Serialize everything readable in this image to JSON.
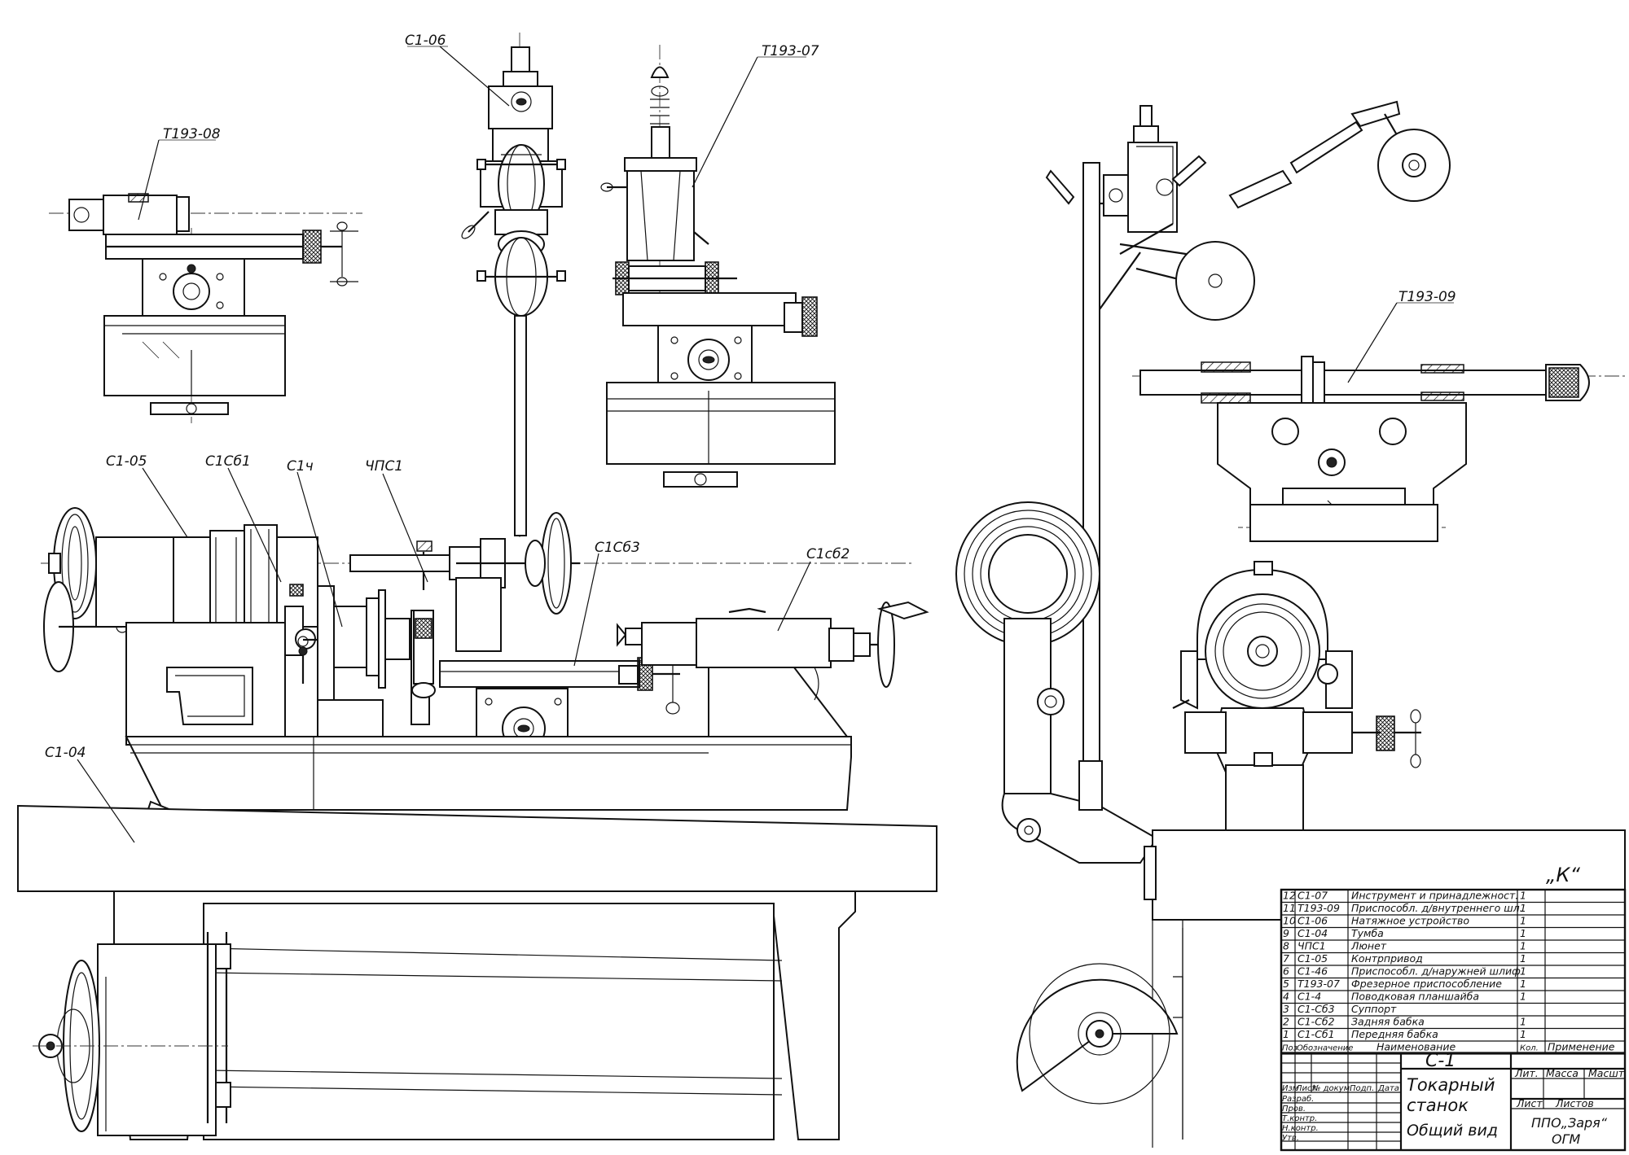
{
  "part_labels": {
    "c1_06": "С1-06",
    "t193_07": "Т193-07",
    "t193_08": "Т193-08",
    "t193_09": "Т193-09",
    "c1_05": "С1-05",
    "c1cb1": "С1Сб1",
    "c14": "С1ч",
    "chps1": "ЧПС1",
    "c1cb3": "С1Сб3",
    "c1cb2": "С1сб2",
    "c1_04": "С1-04",
    "view_k": "„К“"
  },
  "parts_list": {
    "rows": [
      {
        "pos": "12",
        "designation": "С1-07",
        "name": "Инструмент и принадлежност.",
        "qty": "1"
      },
      {
        "pos": "11",
        "designation": "Т193-09",
        "name": "Приспособл. д/внутреннего шл.",
        "qty": "1"
      },
      {
        "pos": "10",
        "designation": "С1-06",
        "name": "Натяжное устройство",
        "qty": "1"
      },
      {
        "pos": "9",
        "designation": "С1-04",
        "name": "Тумба",
        "qty": "1"
      },
      {
        "pos": "8",
        "designation": "ЧПС1",
        "name": "Люнет",
        "qty": "1"
      },
      {
        "pos": "7",
        "designation": "С1-05",
        "name": "Контрпривод",
        "qty": "1"
      },
      {
        "pos": "6",
        "designation": "С1-46",
        "name": "Приспособл. д/наружней шлиф",
        "qty": "1"
      },
      {
        "pos": "5",
        "designation": "Т193-07",
        "name": "Фрезерное приспособление",
        "qty": "1"
      },
      {
        "pos": "4",
        "designation": "С1-4",
        "name": "Поводковая планшайба",
        "qty": "1"
      },
      {
        "pos": "3",
        "designation": "С1-Сб3",
        "name": "Суппорт",
        "qty": ""
      },
      {
        "pos": "2",
        "designation": "С1-Сб2",
        "name": "Задняя бабка",
        "qty": "1"
      },
      {
        "pos": "1",
        "designation": "С1-Сб1",
        "name": "Передняя бабка",
        "qty": "1"
      }
    ],
    "header": {
      "pos": "Поз",
      "designation": "Обозначение",
      "name": "Наименование",
      "qty": "Кол.",
      "note": "Применение"
    }
  },
  "title_block": {
    "drawing_code": "С-1",
    "title_line1": "Токарный",
    "title_line2": "станок",
    "title_line3": "Общий вид",
    "lit_label": "Лит.",
    "mass_label": "Масса",
    "scale_label": "Масшт",
    "sheet_label": "Лист",
    "sheets_label": "Листов",
    "org_line1": "ППО„Заря“",
    "org_line2": "ОГМ",
    "change_headers": [
      "Изм",
      "Лист",
      "№ докум.",
      "Подп.",
      "Дата"
    ],
    "role_labels": [
      "Разраб.",
      "Пров.",
      "Т.контр.",
      "Н.контр.",
      "Утв."
    ]
  },
  "icons": {
    "handwheel": "handwheel-icon",
    "pulley": "pulley-icon",
    "grinding_wheel": "grinding-wheel-icon"
  }
}
